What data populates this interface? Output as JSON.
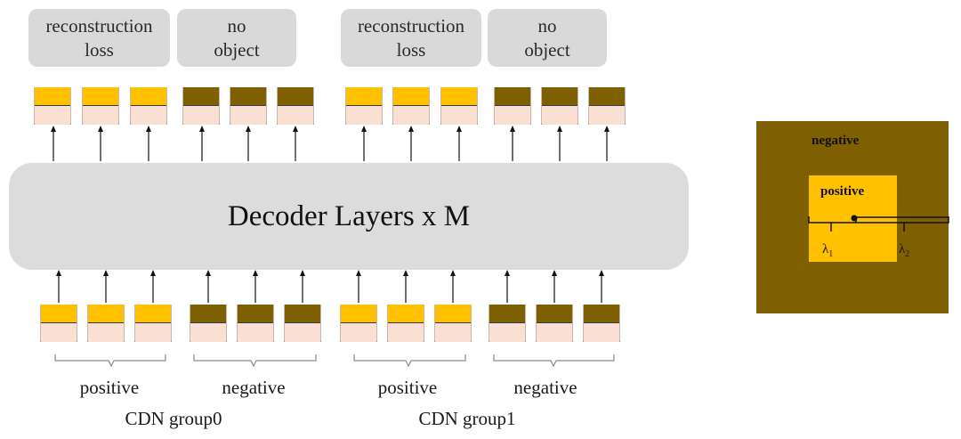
{
  "top_labels": [
    {
      "text": "reconstruction\nloss"
    },
    {
      "text": "no\nobject"
    },
    {
      "text": "reconstruction\nloss"
    },
    {
      "text": "no\nobject"
    }
  ],
  "decoder": {
    "label": "Decoder Layers x M"
  },
  "groups": [
    {
      "positive_label": "positive",
      "negative_label": "negative",
      "name": "CDN group0"
    },
    {
      "positive_label": "positive",
      "negative_label": "negative",
      "name": "CDN group1"
    }
  ],
  "box_diagram": {
    "negative_label": "negative",
    "positive_label": "positive",
    "lambda1": "λ",
    "lambda1_sub": "1",
    "lambda2": "λ",
    "lambda2_sub": "2"
  },
  "colors": {
    "positive": "#ffc000",
    "negative": "#7f6000",
    "query_lower": "#f9e0d3",
    "panel_gray": "#d9d9d9"
  }
}
